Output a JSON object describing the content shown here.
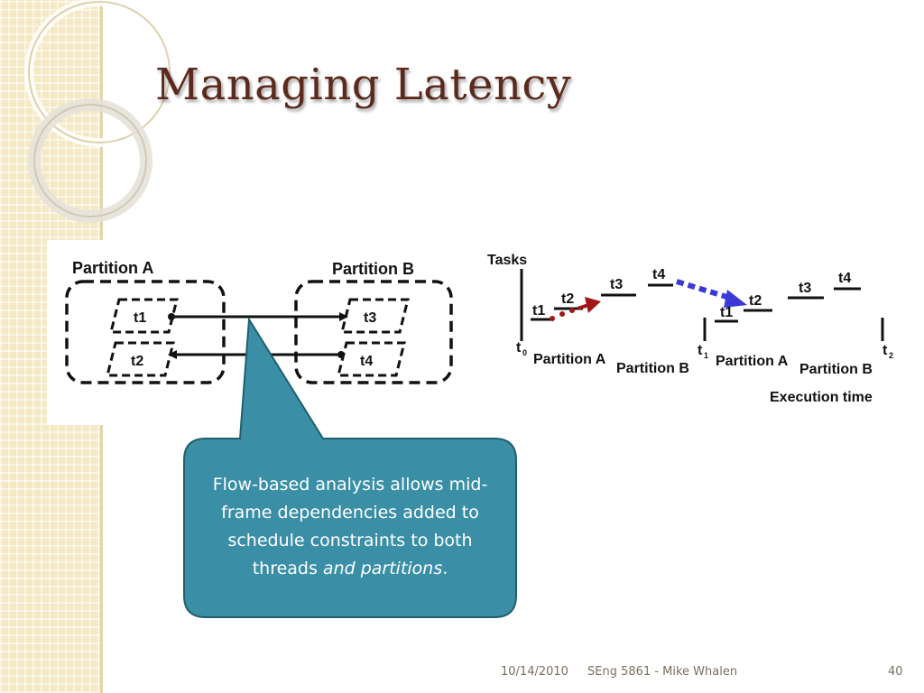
{
  "slide": {
    "title": "Managing Latency",
    "page_number": "40"
  },
  "footer": {
    "date": "10/14/2010",
    "course": "SEng 5861 - Mike Whalen"
  },
  "partition_diagram": {
    "partition_a_label": "Partition A",
    "partition_b_label": "Partition B",
    "tasks_a": [
      "t1",
      "t2"
    ],
    "tasks_b": [
      "t3",
      "t4"
    ]
  },
  "timeline_diagram": {
    "tasks_axis_label": "Tasks",
    "execution_time_label": "Execution time",
    "t0": "t",
    "t0_sub": "0",
    "t1": "t",
    "t1_sub": "1",
    "t2": "t",
    "t2_sub": "2",
    "segments": [
      "Partition A",
      "Partition B",
      "Partition A",
      "Partition B"
    ],
    "frame1_tasks": [
      "t1",
      "t2",
      "t3",
      "t4"
    ],
    "frame2_tasks": [
      "t1",
      "t2",
      "t3",
      "t4"
    ],
    "dep_arrow_color": "#a01818",
    "flow_arrow_color": "#3a3ad6"
  },
  "callout": {
    "text_main": "Flow-based analysis allows mid-frame dependencies added to schedule constraints to both threads ",
    "text_emphasis": "and partitions",
    "text_end": ".",
    "fill_color": "#3a8fa6"
  }
}
